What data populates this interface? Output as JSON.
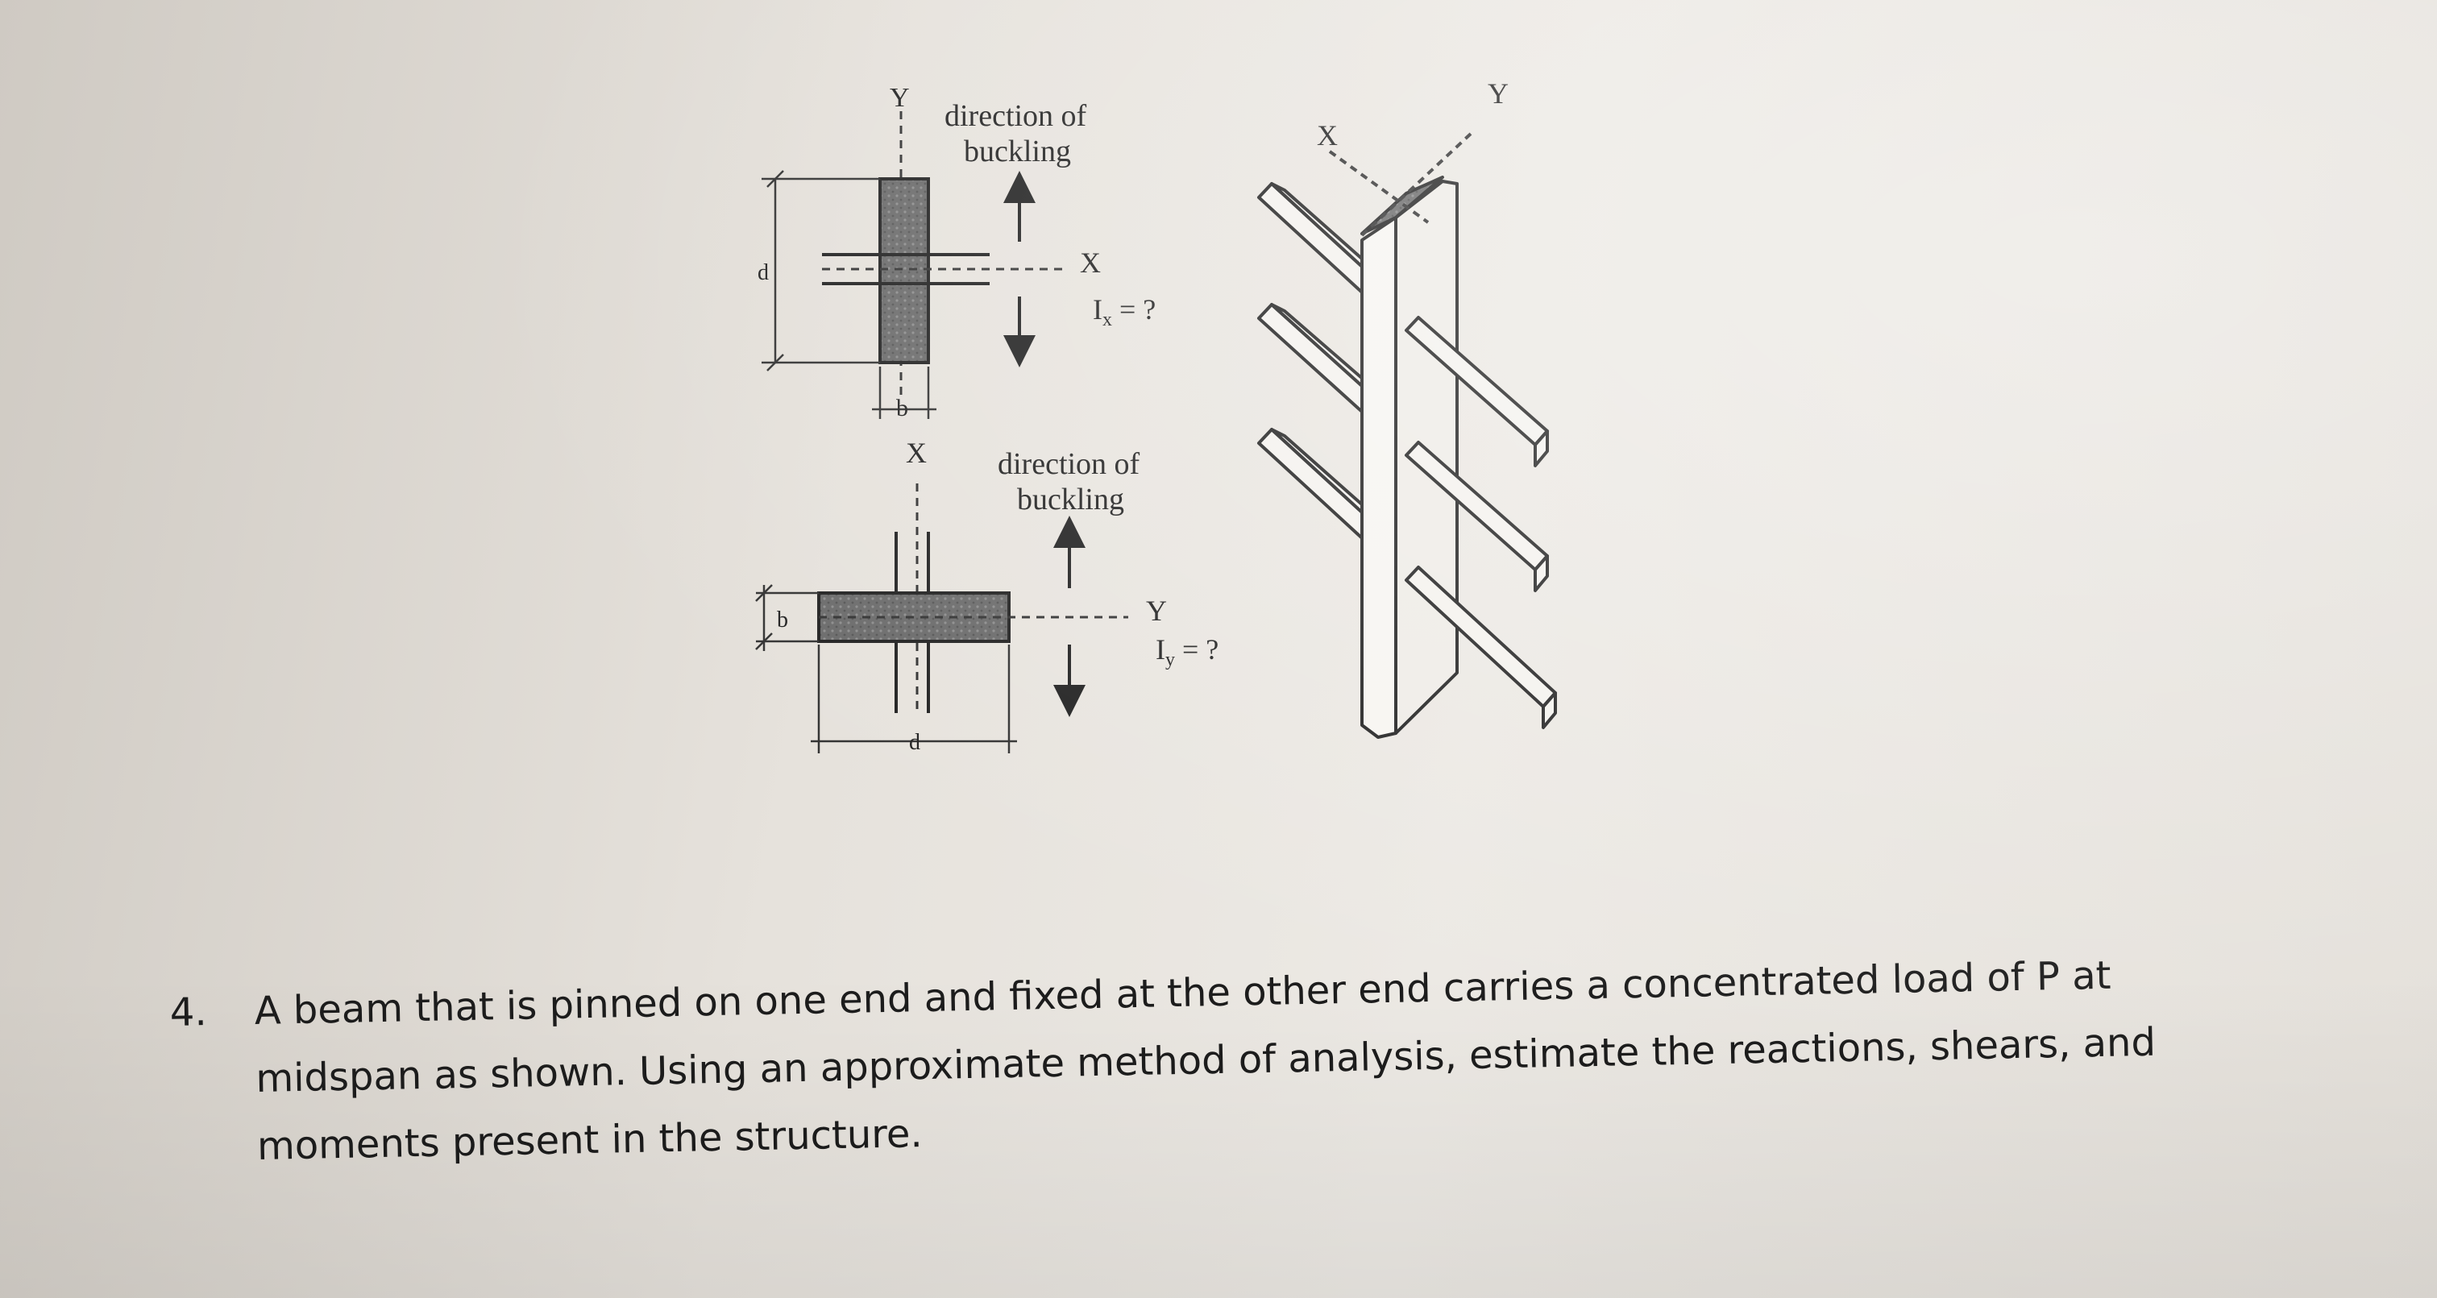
{
  "figure": {
    "section_top": {
      "axis_y": "Y",
      "axis_x": "X",
      "direction_line1": "direction of",
      "direction_line2": "buckling",
      "inertia_main": "I",
      "inertia_sub": "x",
      "inertia_rest": " = ?",
      "dim_depth": "d",
      "dim_width": "b"
    },
    "section_bottom": {
      "axis_x": "X",
      "axis_y": "Y",
      "direction_line1": "direction of",
      "direction_line2": "buckling",
      "inertia_main": "I",
      "inertia_sub": "y",
      "inertia_rest": " = ?",
      "dim_depth": "d",
      "dim_width": "b"
    },
    "isometric": {
      "axis_x": "X",
      "axis_y": "Y"
    }
  },
  "problem": {
    "number": "4.",
    "text": "A beam that is pinned on one end and fixed at the other end carries a concentrated load of P at midspan as shown. Using an approximate method of analysis, estimate the reactions, shears, and moments present in the structure."
  },
  "colors": {
    "ink": "#1c1c1c",
    "hatch_fill": "#6b6b6b"
  }
}
